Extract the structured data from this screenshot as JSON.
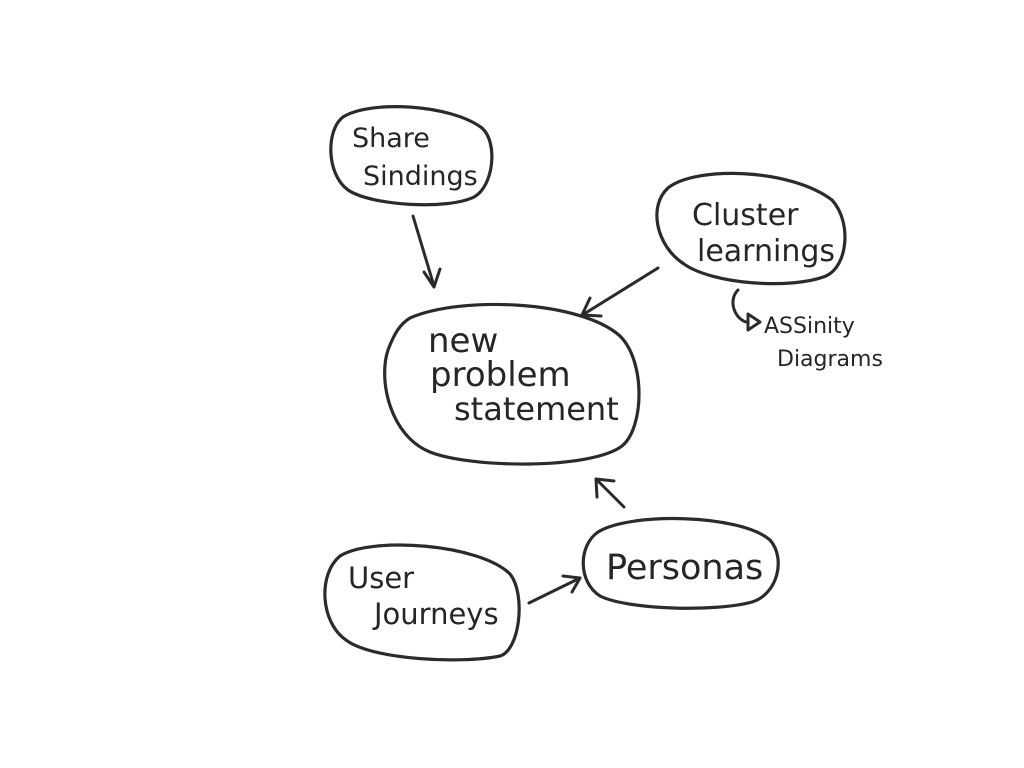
{
  "nodes": {
    "share_findings": {
      "line1": "Share",
      "line2": "Sindings"
    },
    "cluster_learnings": {
      "line1": "Cluster",
      "line2": "learnings"
    },
    "new_problem_statement": {
      "line1": "new",
      "line2": "problem",
      "line3": "statement"
    },
    "personas": {
      "line1": "Personas"
    },
    "user_journeys": {
      "line1": "User",
      "line2": "Journeys"
    }
  },
  "annotations": {
    "affinity_diagrams": {
      "line1": "ASSinity",
      "line2": "Diagrams"
    }
  },
  "colors": {
    "ink": "#2b2b2b",
    "background": "#ffffff"
  }
}
